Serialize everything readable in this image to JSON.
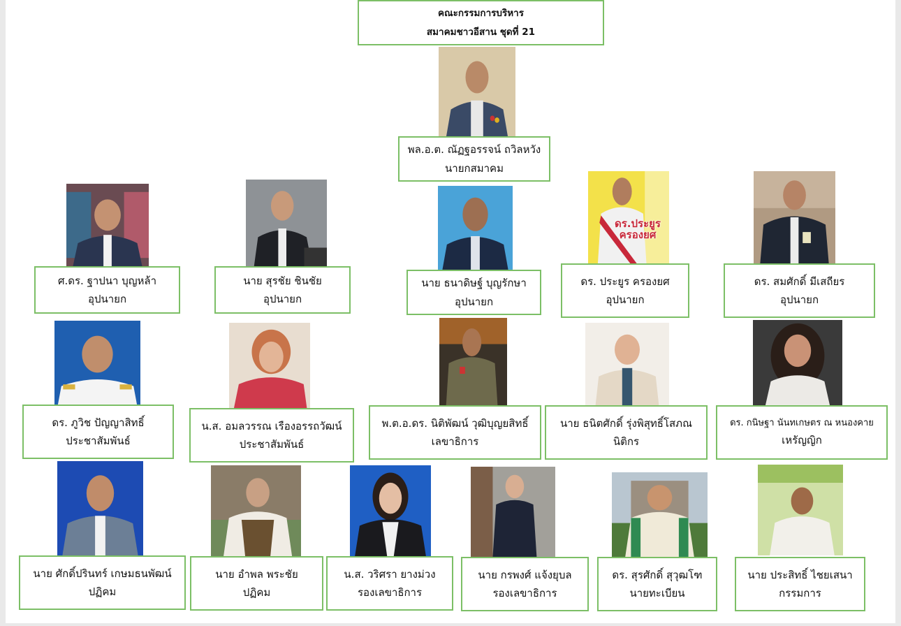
{
  "header": {
    "line1": "คณะกรรมการบริหาร",
    "line2": "สมาคมชาวอีสาน ชุดที่ 21"
  },
  "president": {
    "name": "พล.อ.ต. ณัฏฐอรรจน์ ถวิลหวัง",
    "role": "นายกสมาคม"
  },
  "row1": [
    {
      "name": "ศ.ดร. ฐาปนา   บุญหล้า",
      "role": "อุปนายก"
    },
    {
      "name": "นาย สุรชัย   ชินชัย",
      "role": "อุปนายก"
    },
    {
      "name": "นาย ธนาดิษฐ์   บุญรักษา",
      "role": "อุปนายก"
    },
    {
      "name": "ดร. ประยูร   ครองยศ",
      "role": "อุปนายก",
      "photo_text": [
        "ดร.ประยูร",
        "ครองยศ"
      ]
    },
    {
      "name": "ดร. สมศักดิ์   มีเสถียร",
      "role": "อุปนายก"
    }
  ],
  "row2": [
    {
      "name": "ดร. ภูวิช   ปัญญาสิทธิ์",
      "role": "ประชาสัมพันธ์"
    },
    {
      "name": "น.ส. อมลวรรณ   เรืองอรรถวัฒน์",
      "role": "ประชาสัมพันธ์"
    },
    {
      "name": "พ.ต.อ.ดร. นิติพัฒน์  วุฒิบุญยสิทธิ์",
      "role": "เลขาธิการ"
    },
    {
      "name": "นาย ธนิตศักดิ์  รุ่งพิสุทธิ์โสภณ",
      "role": "นิติกร"
    },
    {
      "name": "ดร. กนิษฐา  นันทเกษตร ณ หนองคาย",
      "role": "เหรัญญิก"
    }
  ],
  "row3": [
    {
      "name": "นาย ศักดิ์ปรินทร์   เกษมธนพัฒน์",
      "role": "ปฏิคม"
    },
    {
      "name": "นาย อำพล   พระชัย",
      "role": "ปฏิคม"
    },
    {
      "name": "น.ส. วริศรา    ยางม่วง",
      "role": "รองเลขาธิการ"
    },
    {
      "name": "นาย กรพงศ์  แจ้งยุบล",
      "role": "รองเลขาธิการ"
    },
    {
      "name": "ดร. สุรศักดิ์  สุวุฒโฑ",
      "role": "นายทะเบียน"
    },
    {
      "name": "นาย ประสิทธิ์  ไชยเสนา",
      "role": "กรรมการ"
    }
  ],
  "colors": {
    "border": "#7cbf66",
    "page": "#ffffff"
  }
}
